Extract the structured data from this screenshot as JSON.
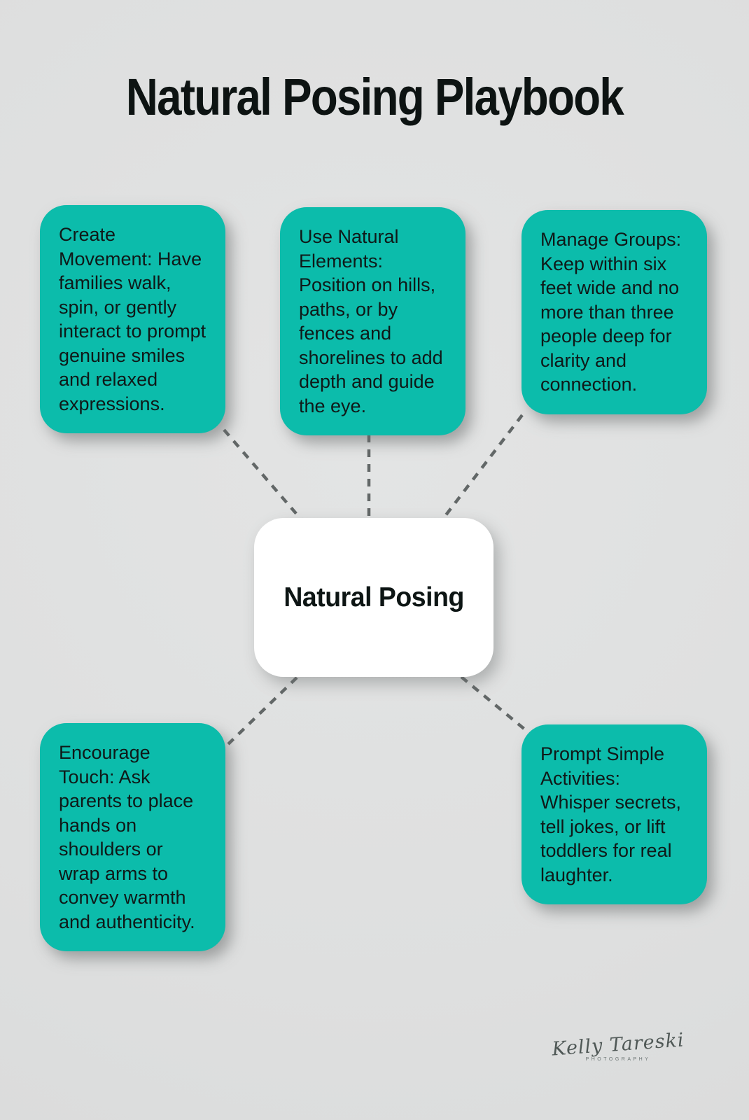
{
  "title": "Natural Posing Playbook",
  "center_node": {
    "label": "Natural Posing"
  },
  "nodes": [
    {
      "id": "create-movement",
      "text": "Create Movement: Have families walk, spin, or gently interact to prompt genuine smiles and relaxed expressions."
    },
    {
      "id": "use-natural-elements",
      "text": "Use Natural Elements: Position on hills, paths, or by fences and shorelines to add depth and guide the eye."
    },
    {
      "id": "manage-groups",
      "text": "Manage Groups: Keep within six feet wide and no more than three people deep for clarity and connection."
    },
    {
      "id": "encourage-touch",
      "text": "Encourage Touch: Ask parents to place hands on shoulders or wrap arms to convey warmth and authenticity."
    },
    {
      "id": "prompt-simple-activities",
      "text": "Prompt Simple Activities: Whisper secrets, tell jokes, or lift toddlers for real laughter."
    }
  ],
  "connectors": [
    {
      "from": "create-movement",
      "to": "center"
    },
    {
      "from": "use-natural-elements",
      "to": "center"
    },
    {
      "from": "manage-groups",
      "to": "center"
    },
    {
      "from": "encourage-touch",
      "to": "center"
    },
    {
      "from": "prompt-simple-activities",
      "to": "center"
    }
  ],
  "signature": {
    "name": "Kelly Tareski",
    "subtitle": "Photography"
  },
  "colors": {
    "background": "#e0e1e1",
    "node_bg": "#0cbcab",
    "center_bg": "#ffffff",
    "text": "#0f1918",
    "dash": "#626767"
  }
}
